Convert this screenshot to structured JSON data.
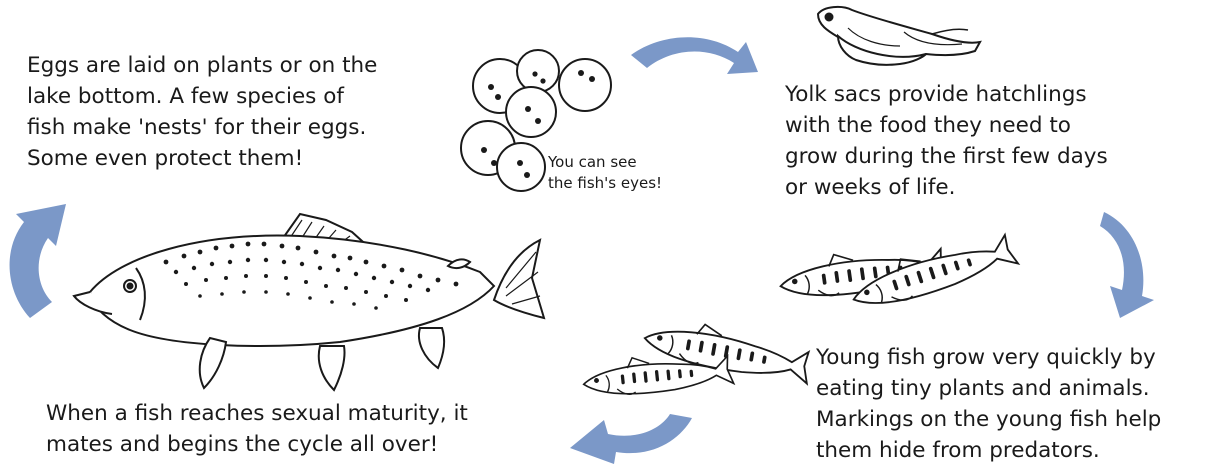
{
  "captions": {
    "eggs": "Eggs are laid on plants or on the\nlake bottom. A few species of\nfish make 'nests' for their eggs.\nSome even protect them!",
    "eggs_note": "You can see\nthe fish's eyes!",
    "yolk": "Yolk sacs provide hatchlings\nwith the food they need to\ngrow during the first few days\nor weeks of life.",
    "young": "Young fish grow very quickly by\neating tiny plants and animals.\nMarkings on the young fish help\nthem hide from predators.",
    "adult": "When a fish reaches sexual maturity, it\nmates and begins the cycle all over!"
  },
  "colors": {
    "arrow": "#7b98c8",
    "ink": "#1a1a1a"
  }
}
